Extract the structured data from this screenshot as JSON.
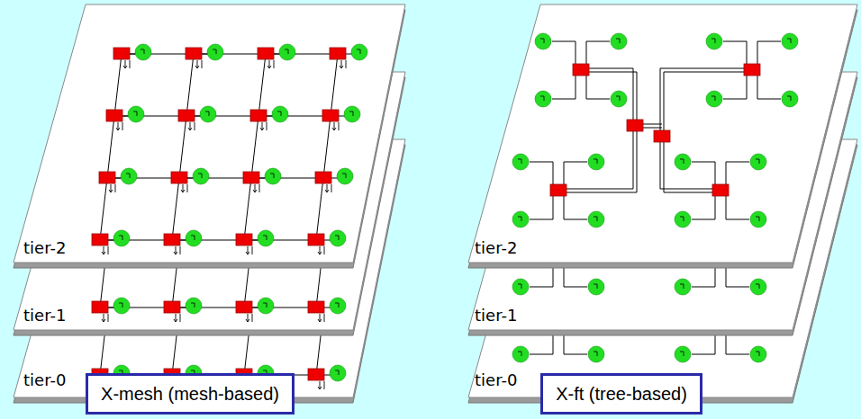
{
  "diagram": {
    "nodes": [
      {
        "text": [
          "X-mesh (mesh-based)"
        ]
      },
      {
        "text": [
          "X-ft (tree-based)"
        ]
      }
    ],
    "labels": [
      "tier-2",
      "tier-1",
      "tier-0",
      "tier-2",
      "tier-1",
      "tier-0"
    ]
  }
}
